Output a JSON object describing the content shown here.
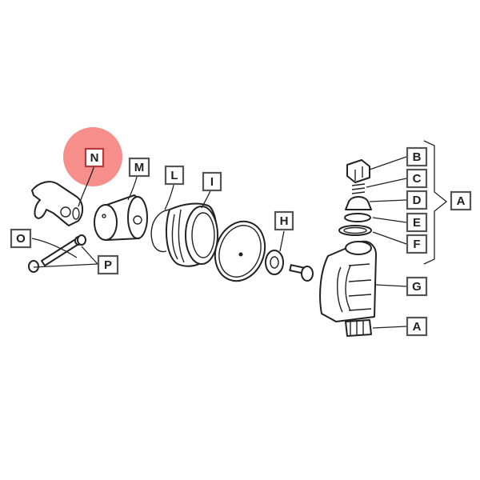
{
  "highlight_color": "#f47a78",
  "callouts": {
    "N": "N",
    "M": "M",
    "L": "L",
    "I": "I",
    "H": "H",
    "O": "O",
    "P": "P",
    "B": "B",
    "C": "C",
    "D": "D",
    "E": "E",
    "F": "F",
    "G": "G",
    "A_top": "A",
    "A_bottom": "A"
  }
}
